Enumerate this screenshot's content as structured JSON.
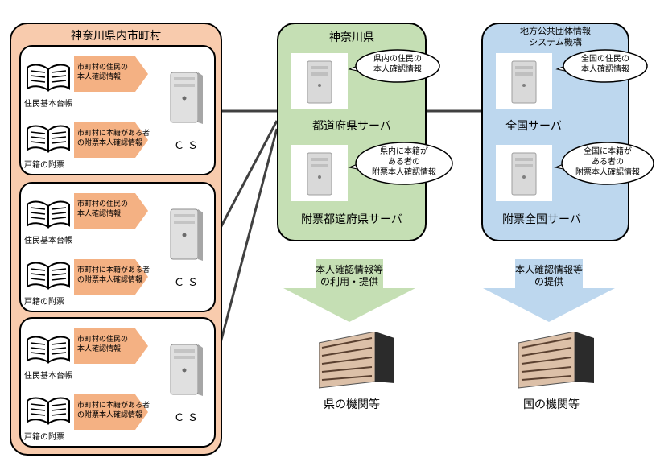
{
  "municipal": {
    "title": "神奈川県内市町村",
    "groups": [
      {
        "juki_tag": [
          "市町村の住民の",
          "本人確認情報"
        ],
        "juki_label": "住民基本台帳",
        "koseki_tag": [
          "市町村に本籍がある者",
          "の附票本人確認情報"
        ],
        "koseki_label": "戸籍の附票",
        "server_label": "ＣＳ"
      },
      {
        "juki_tag": [
          "市町村の住民の",
          "本人確認情報"
        ],
        "juki_label": "住民基本台帳",
        "koseki_tag": [
          "市町村に本籍がある者",
          "の附票本人確認情報"
        ],
        "koseki_label": "戸籍の附票",
        "server_label": "ＣＳ"
      },
      {
        "juki_tag": [
          "市町村の住民の",
          "本人確認情報"
        ],
        "juki_label": "住民基本台帳",
        "koseki_tag": [
          "市町村に本籍がある者",
          "の附票本人確認情報"
        ],
        "koseki_label": "戸籍の附票",
        "server_label": "ＣＳ"
      }
    ]
  },
  "prefecture": {
    "title": "神奈川県",
    "server1_bubble": [
      "県内の住民の",
      "本人確認情報"
    ],
    "server1_label": "都道府県サーバ",
    "server2_bubble": [
      "県内に本籍が",
      "ある者の",
      "附票本人確認情報"
    ],
    "server2_label": "附票都道府県サーバ"
  },
  "national": {
    "title": [
      "地方公共団体情報",
      "システム機構"
    ],
    "server1_bubble": [
      "全国の住民の",
      "本人確認情報"
    ],
    "server1_label": "全国サーバ",
    "server2_bubble": [
      "全国に本籍が",
      "ある者の",
      "附票本人確認情報"
    ],
    "server2_label": "附票全国サーバ"
  },
  "flows": {
    "pref_arrow": [
      "本人確認情報等",
      "の利用・提供"
    ],
    "nat_arrow": [
      "本人確認情報等",
      "の提供"
    ]
  },
  "destinations": {
    "pref": "県の機関等",
    "nat": "国の機関等"
  },
  "colors": {
    "municipal_fill": "#f8cbad",
    "prefecture_fill": "#c5dfb4",
    "national_fill": "#bdd7ee",
    "tag_fill": "#f4b183",
    "pref_arrow": "#c5dfb4",
    "nat_arrow": "#bdd7ee"
  }
}
